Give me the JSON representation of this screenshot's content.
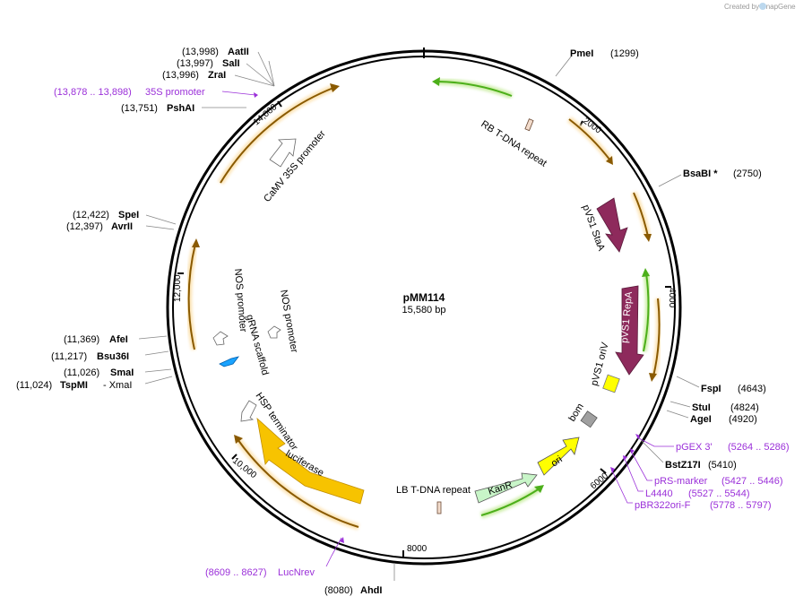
{
  "credit": "Created by SnapGene",
  "plasmid": {
    "name": "pMM114",
    "size": "15,580 bp"
  },
  "tick_labels": [
    "2000",
    "4000",
    "6000",
    "8000",
    "10,000",
    "12,000",
    "14,000"
  ],
  "sites": [
    {
      "name": "PmeI",
      "pos": "(1299)"
    },
    {
      "name": "BsaBI *",
      "pos": "(2750)"
    },
    {
      "name": "FspI",
      "pos": "(4643)"
    },
    {
      "name": "StuI",
      "pos": "(4824)"
    },
    {
      "name": "AgeI",
      "pos": "(4920)"
    },
    {
      "name": "BstZ17I",
      "pos": "(5410)"
    },
    {
      "name": "AhdI",
      "pos": "(8080)"
    },
    {
      "name": "TspMI",
      "pos": "(11,024)",
      "extra": "- XmaI"
    },
    {
      "name": "SmaI",
      "pos": "(11,026)"
    },
    {
      "name": "Bsu36I",
      "pos": "(11,217)"
    },
    {
      "name": "AfeI",
      "pos": "(11,369)"
    },
    {
      "name": "AvrII",
      "pos": "(12,397)"
    },
    {
      "name": "SpeI",
      "pos": "(12,422)"
    },
    {
      "name": "PshAI",
      "pos": "(13,751)"
    },
    {
      "name": "ZraI",
      "pos": "(13,996)"
    },
    {
      "name": "SalI",
      "pos": "(13,997)"
    },
    {
      "name": "AatII",
      "pos": "(13,998)"
    }
  ],
  "primers": [
    {
      "name": "pGEX 3'",
      "pos": "(5264 .. 5286)"
    },
    {
      "name": "pRS-marker",
      "pos": "(5427 .. 5446)"
    },
    {
      "name": "L4440",
      "pos": "(5527 .. 5544)"
    },
    {
      "name": "pBR322ori-F",
      "pos": "(5778 .. 5797)"
    },
    {
      "name": "LucNrev",
      "pos": "(8609 .. 8627)"
    },
    {
      "name": "35S promoter",
      "pos": "(13,878 .. 13,898)"
    }
  ],
  "features": {
    "rb": "RB T-DNA repeat",
    "stab": "pVS1 StaA",
    "repa": "pVS1 RepA",
    "oriv": "pVS1 oriV",
    "bom": "bom",
    "ori": "ori",
    "kanr": "KanR",
    "lb": "LB T-DNA repeat",
    "luciferase": "luciferase",
    "hsp": "HSP terminator",
    "grna": "gRNA scaffold",
    "nos1": "NOS promoter",
    "nos2": "NOS promoter",
    "camv": "CaMV 35S promoter"
  },
  "colors": {
    "backbone": "#000000",
    "orf_orange": "#f5b041",
    "orf_outline": "#8a5a00",
    "stab": "#8e2a5c",
    "green": "#4caf1a",
    "kanr_fill": "#c8f5c8",
    "ori_fill": "#ffff00",
    "luc_fill": "#f7c300",
    "bom_fill": "#a0a0a0",
    "grna_fill": "#1aa3ff",
    "primer": "#9b30d9"
  }
}
